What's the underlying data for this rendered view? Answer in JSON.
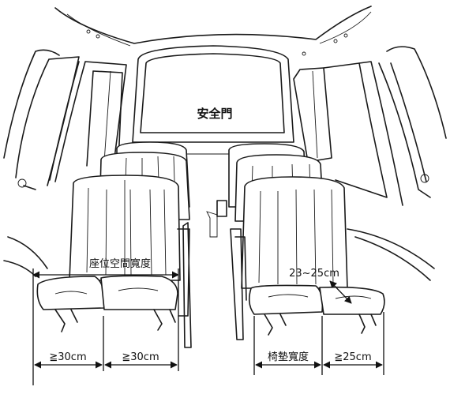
{
  "labels": {
    "safety_door": "安全門",
    "seat_space_width": "座位空間寬度",
    "cushion_width": "椅墊寬度",
    "cushion_depth": "23~25cm",
    "seat_width_left": "≧30cm",
    "seat_width_right": "≧30cm",
    "cushion_right": "≧25cm"
  },
  "colors": {
    "line": "#1a1a1a",
    "background": "#ffffff"
  }
}
